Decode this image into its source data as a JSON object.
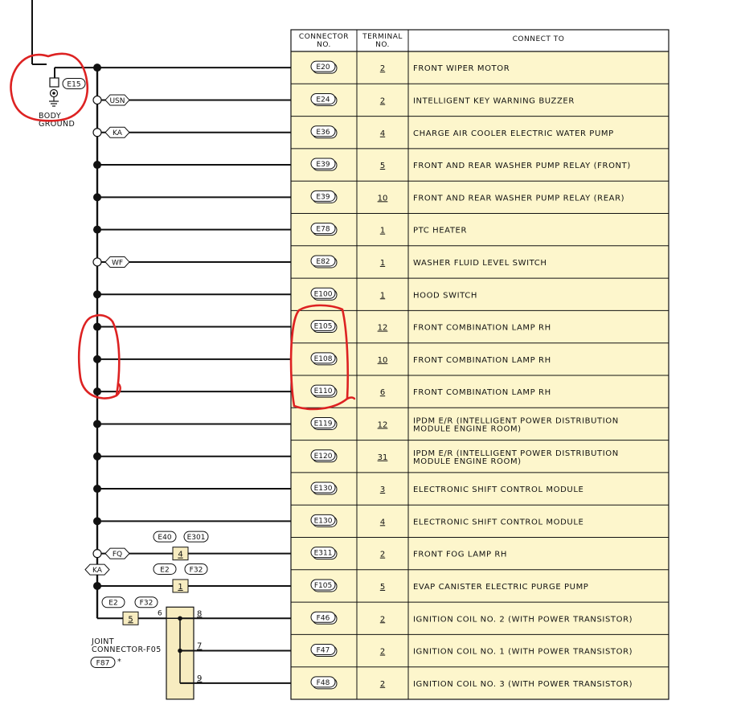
{
  "table": {
    "headers": {
      "connector": [
        "CONNECTOR",
        "NO."
      ],
      "terminal": [
        "TERMINAL",
        "NO."
      ],
      "connect_to": "CONNECT TO"
    },
    "rows": [
      {
        "connector": "E20",
        "terminal": "2",
        "connect_to": [
          "FRONT WIPER MOTOR"
        ],
        "bus_node": "filled",
        "tag": ""
      },
      {
        "connector": "E24",
        "terminal": "2",
        "connect_to": [
          "INTELLIGENT KEY WARNING BUZZER"
        ],
        "bus_node": "open",
        "tag": "USN"
      },
      {
        "connector": "E36",
        "terminal": "4",
        "connect_to": [
          "CHARGE AIR COOLER ELECTRIC WATER PUMP"
        ],
        "bus_node": "open",
        "tag": "KA"
      },
      {
        "connector": "E39",
        "terminal": "5",
        "connect_to": [
          "FRONT AND REAR WASHER PUMP RELAY (FRONT)"
        ],
        "bus_node": "filled",
        "tag": ""
      },
      {
        "connector": "E39",
        "terminal": "10",
        "connect_to": [
          "FRONT AND REAR WASHER PUMP RELAY (REAR)"
        ],
        "bus_node": "filled",
        "tag": ""
      },
      {
        "connector": "E78",
        "terminal": "1",
        "connect_to": [
          "PTC HEATER"
        ],
        "bus_node": "filled",
        "tag": ""
      },
      {
        "connector": "E82",
        "terminal": "1",
        "connect_to": [
          "WASHER FLUID LEVEL SWITCH"
        ],
        "bus_node": "open",
        "tag": "WF"
      },
      {
        "connector": "E100",
        "terminal": "1",
        "connect_to": [
          "HOOD SWITCH"
        ],
        "bus_node": "filled",
        "tag": ""
      },
      {
        "connector": "E105",
        "terminal": "12",
        "connect_to": [
          "FRONT COMBINATION LAMP RH"
        ],
        "bus_node": "filled",
        "tag": ""
      },
      {
        "connector": "E108",
        "terminal": "10",
        "connect_to": [
          "FRONT COMBINATION LAMP RH"
        ],
        "bus_node": "filled",
        "tag": ""
      },
      {
        "connector": "E110",
        "terminal": "6",
        "connect_to": [
          "FRONT COMBINATION LAMP RH"
        ],
        "bus_node": "filled",
        "tag": ""
      },
      {
        "connector": "E119",
        "terminal": "12",
        "connect_to": [
          "IPDM E/R (INTELLIGENT POWER DISTRIBUTION",
          "MODULE ENGINE ROOM)"
        ],
        "bus_node": "filled",
        "tag": ""
      },
      {
        "connector": "E120",
        "terminal": "31",
        "connect_to": [
          "IPDM E/R (INTELLIGENT POWER DISTRIBUTION",
          "MODULE ENGINE ROOM)"
        ],
        "bus_node": "filled",
        "tag": ""
      },
      {
        "connector": "E130",
        "terminal": "3",
        "connect_to": [
          "ELECTRONIC SHIFT CONTROL MODULE"
        ],
        "bus_node": "filled",
        "tag": ""
      },
      {
        "connector": "E130",
        "terminal": "4",
        "connect_to": [
          "ELECTRONIC SHIFT CONTROL MODULE"
        ],
        "bus_node": "filled",
        "tag": ""
      },
      {
        "connector": "E311",
        "terminal": "2",
        "connect_to": [
          "FRONT FOG LAMP RH"
        ],
        "bus_node": "open",
        "tag": "FQ"
      },
      {
        "connector": "F105",
        "terminal": "5",
        "connect_to": [
          "EVAP CANISTER ELECTRIC PURGE PUMP"
        ],
        "bus_node": "filled",
        "tag": ""
      },
      {
        "connector": "F46",
        "terminal": "2",
        "connect_to": [
          "IGNITION COIL NO. 2 (WITH POWER TRANSISTOR)"
        ],
        "bus_node": "none",
        "tag": ""
      },
      {
        "connector": "F47",
        "terminal": "2",
        "connect_to": [
          "IGNITION COIL NO. 1 (WITH POWER TRANSISTOR)"
        ],
        "bus_node": "none",
        "tag": ""
      },
      {
        "connector": "F48",
        "terminal": "2",
        "connect_to": [
          "IGNITION COIL NO. 3 (WITH POWER TRANSISTOR)"
        ],
        "bus_node": "none",
        "tag": ""
      }
    ]
  },
  "ground": {
    "connector": "E15",
    "label": [
      "BODY",
      "GROUND"
    ]
  },
  "ka_marker": "KA",
  "inline_connectors": [
    {
      "pair": [
        "E40",
        "E301"
      ],
      "pin": "4"
    },
    {
      "pair": [
        "E2",
        "F32"
      ],
      "pin": "1"
    },
    {
      "pair": [
        "E2",
        "F32"
      ],
      "pin": "5"
    }
  ],
  "joint_connector": {
    "label": [
      "JOINT",
      "CONNECTOR-F05"
    ],
    "connector": "F87",
    "note_mark": "*",
    "pin_in": "6",
    "pins_out": [
      "8",
      "7",
      "9"
    ]
  },
  "colors": {
    "row_fill": "#fdf6cc",
    "box_fill": "#f7ecc0",
    "wire": "#111111",
    "annotation": "#dd2222"
  }
}
